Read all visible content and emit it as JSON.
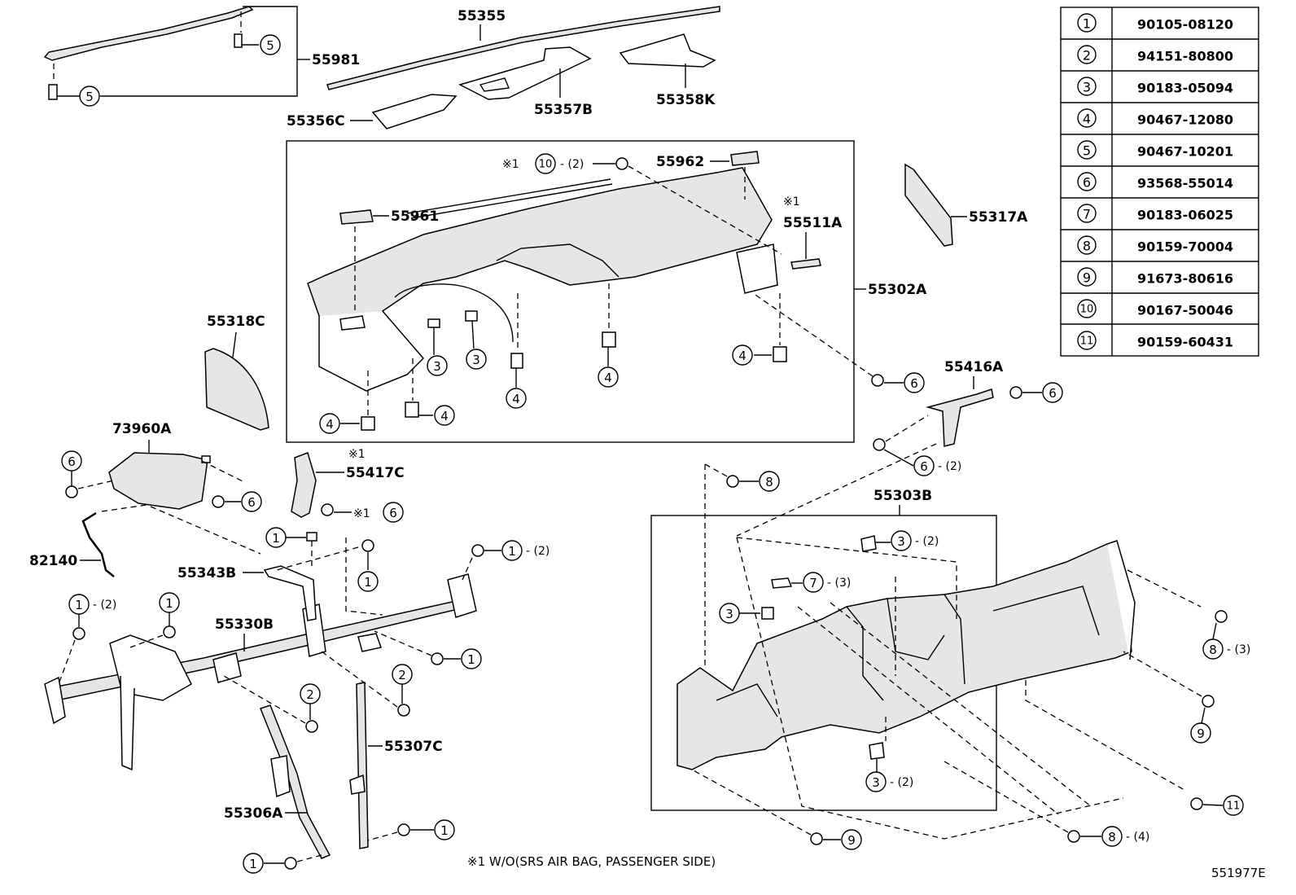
{
  "diagram_code": "551977E",
  "footnote": "※1 W/O(SRS AIR BAG, PASSENGER SIDE)",
  "note_mark": "※1",
  "parts_table": [
    {
      "ref": "1",
      "part": "90105-08120"
    },
    {
      "ref": "2",
      "part": "94151-80800"
    },
    {
      "ref": "3",
      "part": "90183-05094"
    },
    {
      "ref": "4",
      "part": "90467-12080"
    },
    {
      "ref": "5",
      "part": "90467-10201"
    },
    {
      "ref": "6",
      "part": "93568-55014"
    },
    {
      "ref": "7",
      "part": "90183-06025"
    },
    {
      "ref": "8",
      "part": "90159-70004"
    },
    {
      "ref": "9",
      "part": "91673-80616"
    },
    {
      "ref": "10",
      "part": "90167-50046"
    },
    {
      "ref": "11",
      "part": "90159-60431"
    }
  ],
  "part_labels": {
    "p55355": "55355",
    "p55981": "55981",
    "p55356C": "55356C",
    "p55357B": "55357B",
    "p55358K": "55358K",
    "p55962": "55962",
    "p55961": "55961",
    "p55511A": "55511A",
    "p55317A": "55317A",
    "p55302A": "55302A",
    "p55318C": "55318C",
    "p73960A": "73960A",
    "p55417C": "55417C",
    "p55416A": "55416A",
    "p55303B": "55303B",
    "p82140": "82140",
    "p55343B": "55343B",
    "p55330B": "55330B",
    "p55307C": "55307C",
    "p55306A": "55306A"
  },
  "callouts": {
    "c5a": "5",
    "c5b": "5",
    "c10": "10",
    "c10q": "- (2)",
    "c3a": "3",
    "c3b": "3",
    "c4a": "4",
    "c4b": "4",
    "c4c": "4",
    "c4d": "4",
    "c4e": "4",
    "c6a": "6",
    "c6b": "6",
    "c6c": "6",
    "c6c_q": "- (2)",
    "c6d": "6",
    "c6e": "6",
    "c6f": "6",
    "c8a": "8",
    "c1a": "1",
    "c1b": "1",
    "c1c": "1",
    "c1c_q": "- (2)",
    "c1d": "1",
    "c1d_q": "- (2)",
    "c1e": "1",
    "c1f": "1",
    "c1g": "1",
    "c1h": "1",
    "c2a": "2",
    "c2b": "2",
    "c3c": "3",
    "c3c_q": "- (2)",
    "c7": "7",
    "c7q": "- (3)",
    "c3d": "3",
    "c8b": "8",
    "c8b_q": "- (3)",
    "c9a": "9",
    "c3e": "3",
    "c3e_q": "- (2)",
    "c11": "11",
    "c8c": "8",
    "c8c_q": "- (4)",
    "c9b": "9"
  }
}
